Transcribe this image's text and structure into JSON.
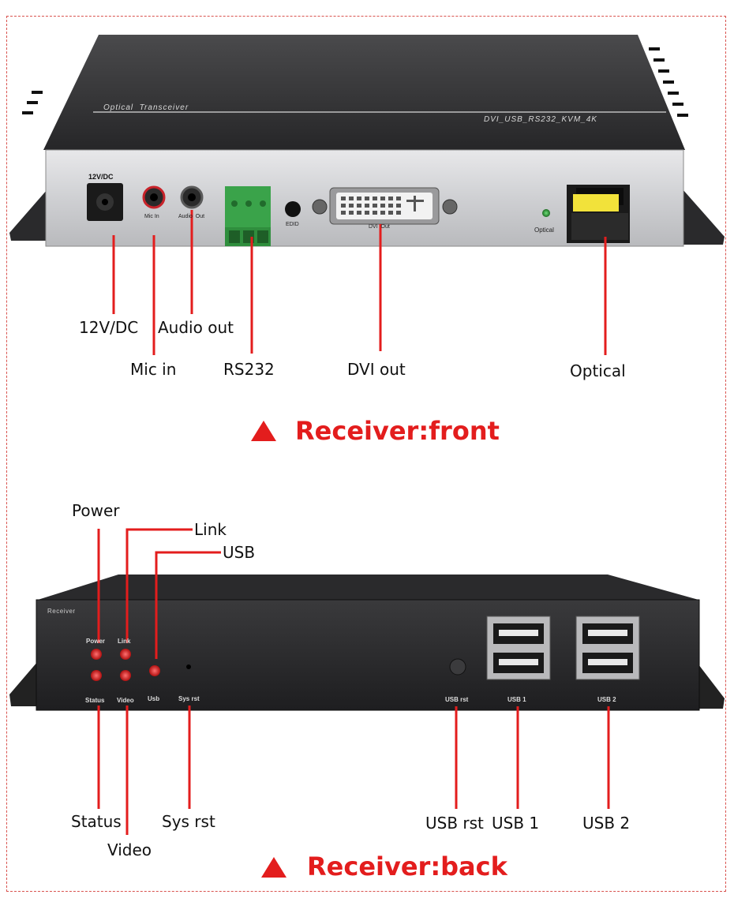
{
  "front": {
    "title": "Receiver:front",
    "device": {
      "brand_text": "Optical  Transceiver",
      "model_text": "DVI_USB_RS232_KVM_4K",
      "silk_12v": "12V/DC",
      "silk_mic": "Mic In",
      "silk_audio": "Audio  Out",
      "silk_edid": "EDID",
      "silk_dvi": "DVI  Out",
      "silk_optical": "Optical"
    },
    "callouts": {
      "dc": "12V/DC",
      "audio": "Audio out",
      "mic": "Mic in",
      "rs232": "RS232",
      "dvi": "DVI out",
      "optical": "Optical"
    }
  },
  "back": {
    "title": "Receiver:back",
    "device": {
      "receiver": "Receiver",
      "silk_power": "Power",
      "silk_link": "Link",
      "silk_status": "Status",
      "silk_video": "Video",
      "silk_usb": "Usb",
      "silk_sysrst": "Sys rst",
      "silk_usbrst": "USB rst",
      "silk_usb1": "USB 1",
      "silk_usb2": "USB 2"
    },
    "callouts": {
      "power": "Power",
      "link": "Link",
      "usb": "USB",
      "status": "Status",
      "video": "Video",
      "sysrst": "Sys rst",
      "usbrst": "USB rst",
      "usb1": "USB 1",
      "usb2": "USB 2"
    }
  },
  "colors": {
    "accent": "#e31d1d",
    "led_red": "#d01818",
    "led_green": "#1f8f2a",
    "terminal_green": "#3aa34a",
    "sfp_yellow": "#f2e23a"
  },
  "icons": [
    "warning-triangle-icon"
  ]
}
